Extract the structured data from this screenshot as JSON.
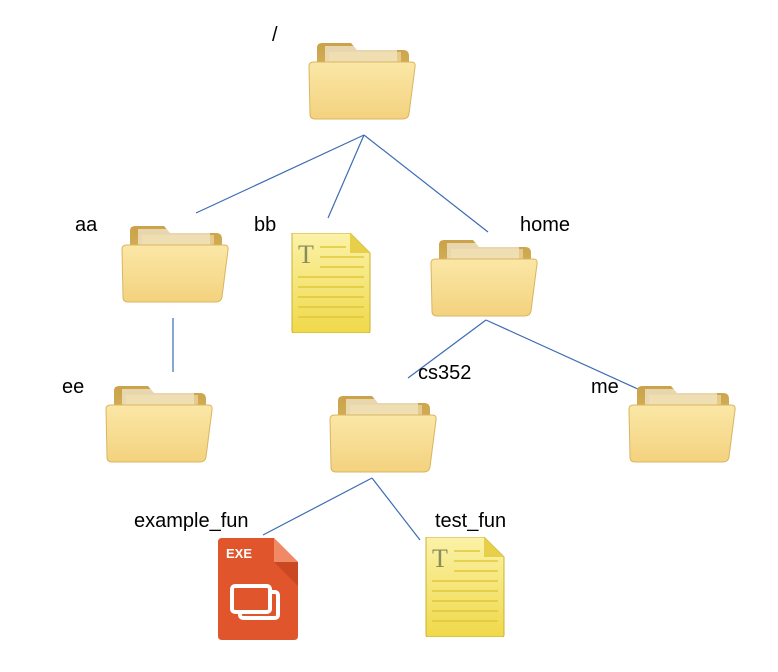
{
  "tree": {
    "root": {
      "label": "/",
      "icon": "folder-icon"
    },
    "aa": {
      "label": "aa",
      "icon": "folder-icon"
    },
    "bb": {
      "label": "bb",
      "icon": "text-file-icon"
    },
    "home": {
      "label": "home",
      "icon": "folder-icon"
    },
    "ee": {
      "label": "ee",
      "icon": "folder-icon"
    },
    "cs352": {
      "label": "cs352",
      "icon": "folder-icon"
    },
    "me": {
      "label": "me",
      "icon": "folder-icon"
    },
    "example_fun": {
      "label": "example_fun",
      "icon": "exe-file-icon",
      "badge": "EXE"
    },
    "test_fun": {
      "label": "test_fun",
      "icon": "text-file-icon"
    }
  },
  "colors": {
    "edge": "#3d6cb3",
    "folder_front": "#f7dc8f",
    "folder_back": "#e8c56a",
    "text_file": "#f6e36a",
    "exe_file": "#e0552b"
  }
}
